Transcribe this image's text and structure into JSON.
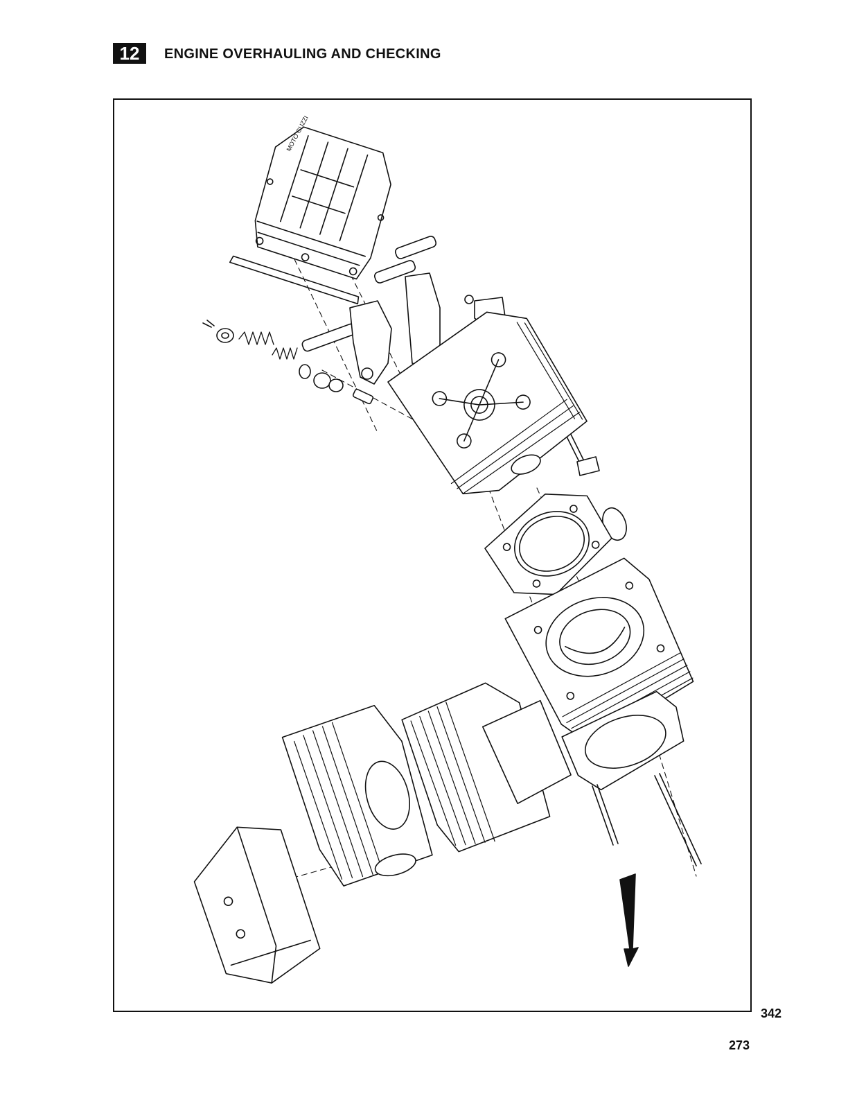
{
  "header": {
    "section_number": "12",
    "section_title": "ENGINE OVERHAULING AND CHECKING"
  },
  "figure": {
    "number": "342",
    "cover_lettering": "MOTO GUZZI",
    "icon": "arrow-down-icon"
  },
  "footer": {
    "page_number": "273"
  }
}
